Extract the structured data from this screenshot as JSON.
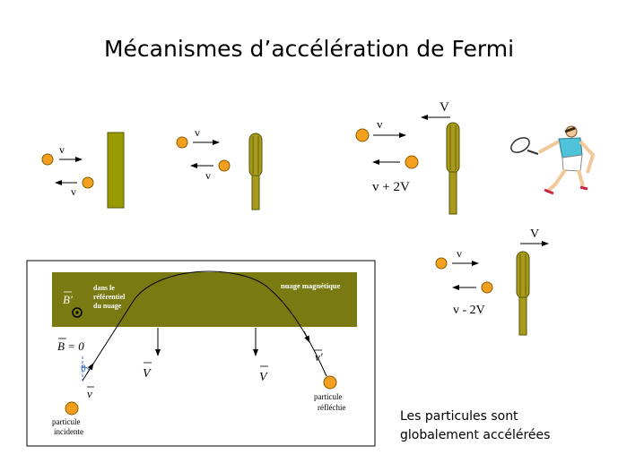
{
  "title": "Mécanismes d’accélération de Fermi",
  "panel1": {
    "v_in": "v",
    "v_out": "v"
  },
  "panel2": {
    "v_in": "v",
    "v_out": "v"
  },
  "panel3": {
    "V": "V",
    "v_in": "v",
    "v_out": "v + 2V"
  },
  "panel4": {
    "V": "V",
    "v_in": "v",
    "v_out": "v - 2V"
  },
  "cloud": {
    "frame_label_line1": "dans le",
    "frame_label_line2": "référentiel",
    "frame_label_line3": "du nuage",
    "name": "nuage magnétique",
    "b_prime": "B′",
    "b_zero": "B = 0",
    "theta": "θ",
    "v": "v",
    "v_prime": "v′",
    "V1": "V",
    "V2": "V",
    "incident_line1": "particule",
    "incident_line2": "incidente",
    "reflected_line1": "particule",
    "reflected_line2": "réfléchie"
  },
  "caption_line1": "Les particules sont",
  "caption_line2": "globalement accélérées",
  "colors": {
    "wall": "#999900",
    "particle": "#F2A01E",
    "racket": "#A89A1C",
    "cloud": "#7A7A12"
  }
}
